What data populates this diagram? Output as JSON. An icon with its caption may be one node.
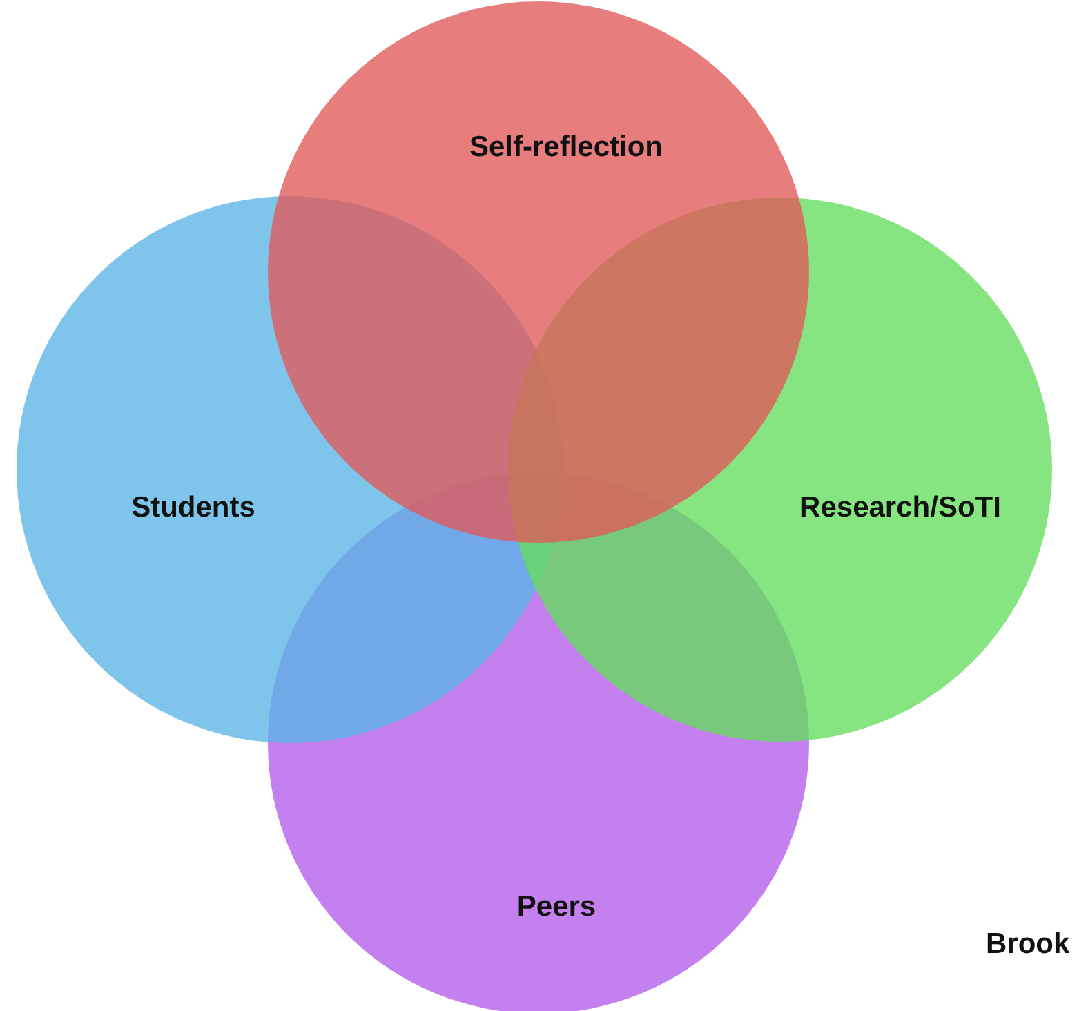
{
  "diagram": {
    "nodes": [
      {
        "text": [
          "Self-reflection"
        ]
      },
      {
        "text": [
          "Students"
        ]
      },
      {
        "text": [
          "Research/SoTI"
        ]
      },
      {
        "text": [
          "Peers"
        ]
      }
    ],
    "labels": [
      "Brook"
    ]
  }
}
